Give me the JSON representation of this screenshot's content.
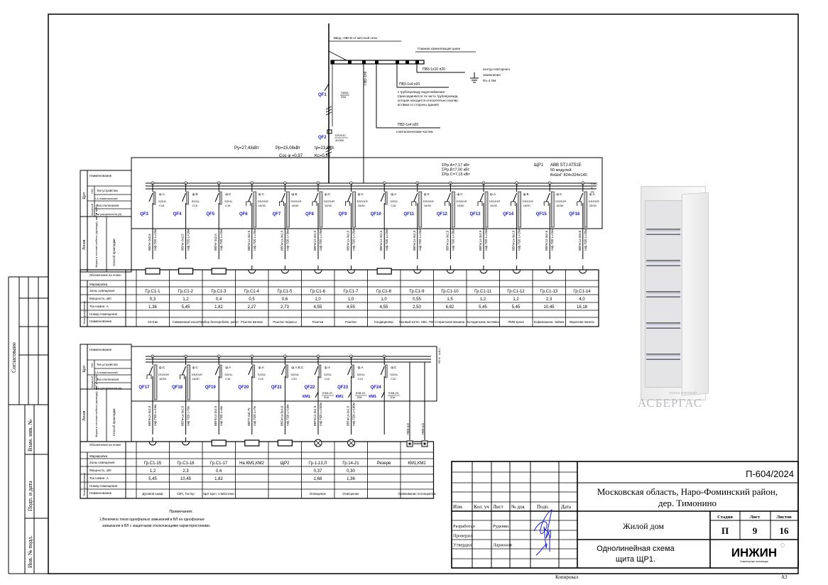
{
  "feeder": {
    "input": "Ввод ~380 В от местной сети.",
    "main_ground_bus": "Главная заземляющая шина",
    "pe_cable": "ПВ3-1х6",
    "ground_wire": "ПВ3-1х10 п20",
    "ground_loop": [
      "контур повторного",
      "заземления",
      "Rз=4 Ом"
    ],
    "water_wire": "ПВ3-1х4 п20",
    "water_note": [
      "к трубопроводу водоснабжения",
      "(присоединяется та часть трубопровода,",
      "которая находится относительно изолир.",
      "вставки со стороны здания)"
    ],
    "metal_wire": "ПВ3-1х4 п20",
    "metal_note": "к металлическим частям",
    "qf1": {
      "label": "QF1",
      "type": "S800L",
      "rating": "25А"
    },
    "qf2": {
      "label": "QF2",
      "type": "DS201C",
      "rating": "40/300"
    },
    "loads": {
      "py": "Pу=27,43кВт",
      "pp": "Pр=15,08кВт",
      "ip": "Iр=23,63А",
      "cos": "Cos φ =0,97",
      "kc": "Kс=0,55"
    }
  },
  "panel1": {
    "sums": [
      "ΣPр.А=7,17  кВт",
      "ΣPр.В=7,00  кВт",
      "ΣPр.С=7,15  кВт"
    ],
    "name": "ЩР1",
    "device": "ABB STJ AT51E",
    "modules": "60 модулей",
    "size": "ВхШхГ 824х324х140",
    "bus_label": [
      "А,В,С",
      "N",
      "PE"
    ],
    "breakers": [
      {
        "qf": "QF3",
        "phase": "ф.А",
        "type": "S201L",
        "rating": "C16",
        "cable": "ВВГнг-3х2,5",
        "method": "гоф.П20 L=15м",
        "load": "box"
      },
      {
        "qf": "QF4",
        "phase": "ф.В",
        "type": "S201L",
        "rating": "C16",
        "cable": "ВВГнг-3х2,5",
        "method": "гоф.П20 L=10м",
        "load": "box"
      },
      {
        "qf": "QF5",
        "phase": "ф.С",
        "type": "S201L",
        "rating": "C16",
        "cable": "ВВГнг-3х2,5",
        "method": "гоф.П20 L=15м",
        "load": "box"
      },
      {
        "qf": "QF6",
        "phase": "ф.С",
        "type": "DS201R",
        "rating": "16/30",
        "cable": "ВВГнгLs-3х2,5",
        "method": "гоф.П20 L=25м",
        "load": "socket"
      },
      {
        "qf": "QF7",
        "phase": "ф.В",
        "type": "DS201R",
        "rating": "16/30",
        "cable": "ВВГнгLs-3х2,5",
        "method": "гоф.П20 L=30м",
        "load": "socket"
      },
      {
        "qf": "QF8",
        "phase": "ф.С",
        "type": "DS201R",
        "rating": "16/30",
        "cable": "ВВГнгLs-3х2,5",
        "method": "гоф.П20 L=25м",
        "load": "socket"
      },
      {
        "qf": "QF9",
        "phase": "ф.С",
        "type": "DS201R",
        "rating": "16/30",
        "cable": "ВВГнгLs-3х2,5",
        "method": "гоф.П20 L=25м",
        "load": "socket"
      },
      {
        "qf": "QF10",
        "phase": "ф.А",
        "type": "S201L",
        "rating": "C16",
        "cable": "ВВГнгLs-3х2,5",
        "method": "гоф.П20 L=15м",
        "load": "box"
      },
      {
        "qf": "QF11",
        "phase": "ф.С",
        "type": "DS201R",
        "rating": "16/30",
        "cable": "ВВГнгLs-3х2,5",
        "method": "гоф.П20 L=15м",
        "load": "socket"
      },
      {
        "qf": "QF12",
        "phase": "ф.С",
        "type": "DS201R",
        "rating": "16/30",
        "cable": "ВВГнгLs-3х2,5",
        "method": "гоф.П20 L=20м",
        "load": "socket"
      },
      {
        "qf": "QF13",
        "phase": "ф.А",
        "type": "DS201R",
        "rating": "16/30",
        "cable": "ВВГнгLs-3х2,5",
        "method": "гоф.П20 L=15м",
        "load": "socket"
      },
      {
        "qf": "QF14",
        "phase": "ф.В",
        "type": "DS201R",
        "rating": "16/30",
        "cable": "ВВГнгLs-3х2,5",
        "method": "гоф.П20 L=15м",
        "load": "socket"
      },
      {
        "qf": "QF15",
        "phase": "ф.С",
        "type": "DS201R",
        "rating": "16/30",
        "cable": "ВВГнгLs-3х2,5",
        "method": "гоф.П20 L=15м",
        "load": "socket"
      },
      {
        "qf": "QF16",
        "phase": "ф.А",
        "type": "DS201R",
        "rating": "25/30",
        "cable": "ВВГнгLs-3х6,0",
        "method": "гоф.П20 L=20м",
        "load": "socket"
      }
    ],
    "table": {
      "zones": [
        "Гр.С1-1",
        "Гр.С1-2",
        "Гр.С1-3",
        "Гр.С1-4",
        "Гр.С1-5",
        "Гр.С1-6",
        "Гр.С1-7",
        "Гр.С1-8",
        "Гр.С1-9",
        "Гр.С1-10",
        "Гр.С1-11",
        "Гр.С1-12",
        "Гр.С1-13",
        "Гр.С1-14"
      ],
      "power": [
        "0,3",
        "1,2",
        "0,4",
        "0,5",
        "0,6",
        "1,0",
        "1,0",
        "1,0",
        "0,55",
        "1,5",
        "1,2",
        "1,2",
        "2,3",
        "4,0"
      ],
      "current": [
        "1,36",
        "5,45",
        "1,82",
        "2,27",
        "2,73",
        "4,55",
        "4,55",
        "4,55",
        "2,50",
        "6,82",
        "5,45",
        "5,45",
        "10,45",
        "18,18"
      ],
      "names": [
        "Септик",
        "Скважинный насос",
        "Прибор бесперебойн. работ",
        "Розетки ванная",
        "Розетки террасы",
        "Розетки",
        "Розетки",
        "Кондиционер",
        "Газовый котел, ХВС, ГВС",
        "Стиральная машина",
        "Холодильник, вытяжка",
        "ПММ кухня",
        "Кофемашина, чайник",
        "Варочная панель"
      ]
    }
  },
  "panel2": {
    "bus_label": [
      "А,В,С",
      "N",
      "PE"
    ],
    "breakers": [
      {
        "qf": "QF17",
        "phase": "ф.С",
        "type": "DS201R",
        "rating": "16/30",
        "cable": "ВВГнгLs-3х2,5",
        "method": "гоф.П20 L=15м",
        "load": "socket"
      },
      {
        "qf": "QF18",
        "phase": "ф.С",
        "type": "DS201R",
        "rating": "16/30",
        "cable": "ВВГнгLs-3х2,5",
        "method": "гоф.П20 L=5м",
        "load": "socket"
      },
      {
        "qf": "QF19",
        "phase": "ф.А",
        "type": "S201L",
        "rating": "C16",
        "cable": "ВВГнгLs-3х2,5",
        "method": "гоф.П20 L=5м",
        "load": "box"
      },
      {
        "qf": "QF20",
        "phase": "ф.А",
        "type": "S201L",
        "rating": "C10",
        "cable": "ВВГП-2х0,75",
        "method": "гоф.П20 L=7м",
        "load": "box"
      },
      {
        "qf": "QF21",
        "phase": "ф.А,В,С",
        "type": "S203L",
        "rating": "C20",
        "cable": "ВВГнгLs-5х4,0",
        "method": "гоф.П20 L=10м",
        "load": "box"
      },
      {
        "qf": "QF22",
        "phase": "ф.А",
        "type": "S201L",
        "rating": "C10",
        "cable": "ВВГнгLs-3х1,5",
        "method": "гоф.П20 L=240м",
        "load": "lamp",
        "km": "КМ1",
        "km_type": "ESB-20",
        "km_rating": "20А"
      },
      {
        "qf": "QF23",
        "phase": "ф.А",
        "type": "S201L",
        "rating": "C10",
        "cable": "ВВГнгLs-3х1,5",
        "method": "гоф.П20 L=180м",
        "load": "lamp",
        "km": "КМ1",
        "km_type": "ESB-20",
        "km_rating": "20А"
      },
      {
        "qf": "QF24",
        "phase": "ф.С",
        "type": "S201L",
        "rating": "C10",
        "cable": "",
        "method": "",
        "load": "none",
        "km": "КМ1",
        "km_type": "ESB-20",
        "km_rating": "20А"
      }
    ],
    "pe_lines": [
      "ПВ3-4,0",
      "ПВ3-4,0"
    ],
    "table": {
      "zones": [
        "Гр.С1-15",
        "Гр.С1-16",
        "Гр.С1-17",
        "На КМ1,КМ2",
        "ЩР2",
        "Гр.1-13,Л",
        "Гр.14-21",
        "Резерв",
        "КМ1,КМ2"
      ],
      "power": [
        "1,2",
        "2,3",
        "0,4",
        "",
        "",
        "0,37",
        "0,30",
        "",
        ""
      ],
      "current": [
        "5,45",
        "10,45",
        "1,82",
        "",
        "",
        "1,68",
        "1,36",
        "",
        ""
      ],
      "names": [
        "Духовой шкаф",
        "СВЧ, Тостер",
        "Щит Щсл. слаботочки",
        "",
        "",
        "Освещение",
        "Освещение",
        "",
        "Уравнивание потенциалов"
      ]
    }
  },
  "row_labels": {
    "shield": "Щит",
    "line": "Линия",
    "consumer": "Электроприемник",
    "name": "Наименование",
    "device_type": "Тип устройства",
    "nominal": "I,А номинальный",
    "trip_type": "Тип отключения",
    "trip_current": "Ток расцепителя (А)",
    "uzo": "УЗО",
    "release": "Защитный",
    "cable": "Марка и сечение кабеля (провода), мм² и труба",
    "method": "Способ прокладки",
    "plan": "Обозначение на плане",
    "marking": "Маркировка",
    "zones": "Зоны освещения",
    "power": "Мощность, кВт",
    "current": "Ток номин. А",
    "room": "Номер помещения",
    "consumer_name": "Наименование"
  },
  "notes": {
    "title": "Примечания:",
    "lines": [
      "1.Величина токов однофазных замыканий в ВЛ на однофазные",
      "замыкания в ВЛ с защитными отключающими характеристиками."
    ]
  },
  "product": {
    "watermark": "АСБЕРГАС",
    "watermark_small": "группа компаний"
  },
  "margin": {
    "agreed": "Согласовано",
    "replace": "Взам. инв. №",
    "sign_date": "Подп. и дата",
    "inv": "Инв. № подл."
  },
  "title_block": {
    "code": "П-604/2024",
    "address": [
      "Московская область, Наро-Фоминский район,",
      "дер. Тимонино"
    ],
    "headers": [
      "Изм.",
      "Кол. уч",
      "Лист",
      "№ док",
      "Подп.",
      "Дата"
    ],
    "roles": [
      {
        "role": "Разработал",
        "name": "Руденко"
      },
      {
        "role": "Проверил",
        "name": ""
      },
      {
        "role": "Утвердил",
        "name": "Ларионов"
      }
    ],
    "object": "Жилой дом",
    "stage_label": "Стадия",
    "sheet_label": "Лист",
    "sheets_label": "Листов",
    "stage": "П",
    "sheet": "9",
    "sheets": "16",
    "drawing": [
      "Однолинейная схема",
      "щита ЩР1."
    ],
    "logo": "ИНЖИН",
    "logo_sub": "Инженерные инновации",
    "copied": "Копировал",
    "format": "А3",
    "colors": {
      "signature": "#1a1ad0",
      "logo": "#111111",
      "logo_accent": "#2a9d3a",
      "qf_label": "#1414c8"
    }
  }
}
